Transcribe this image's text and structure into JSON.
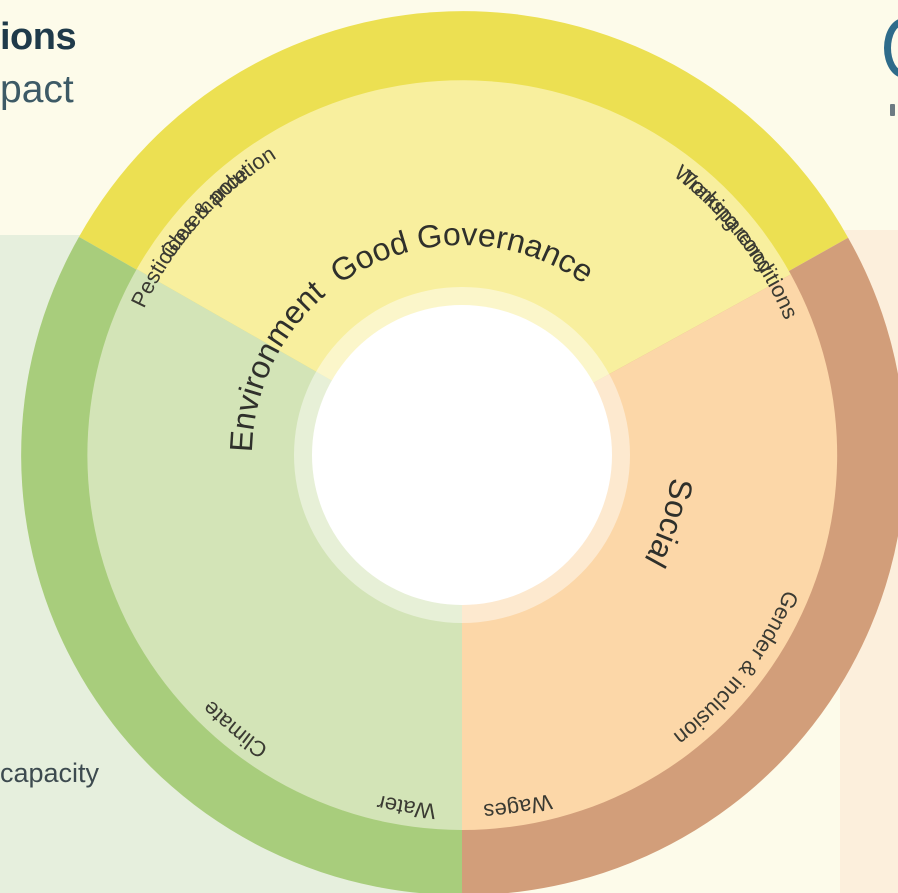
{
  "header": {
    "heading_fragment": "ions",
    "subheading_fragment": "pact"
  },
  "side_text": "capacity",
  "diagram": {
    "pillars": [
      {
        "name": "Good Governance",
        "colors": {
          "inner": "#f8ef9e",
          "outer": "#ece052"
        },
        "topics": [
          "Governance",
          "Transparency"
        ]
      },
      {
        "name": "Social",
        "colors": {
          "inner": "#fcd7a8",
          "outer": "#d29e7a"
        },
        "topics": [
          "Working conditions",
          "Gender & inclusion",
          "Wages"
        ]
      },
      {
        "name": "Environment",
        "colors": {
          "inner": "#d3e4b7",
          "outer": "#a8cd7c"
        },
        "topics": [
          "Pesticides & polution",
          "Climate",
          "Water"
        ]
      }
    ]
  }
}
